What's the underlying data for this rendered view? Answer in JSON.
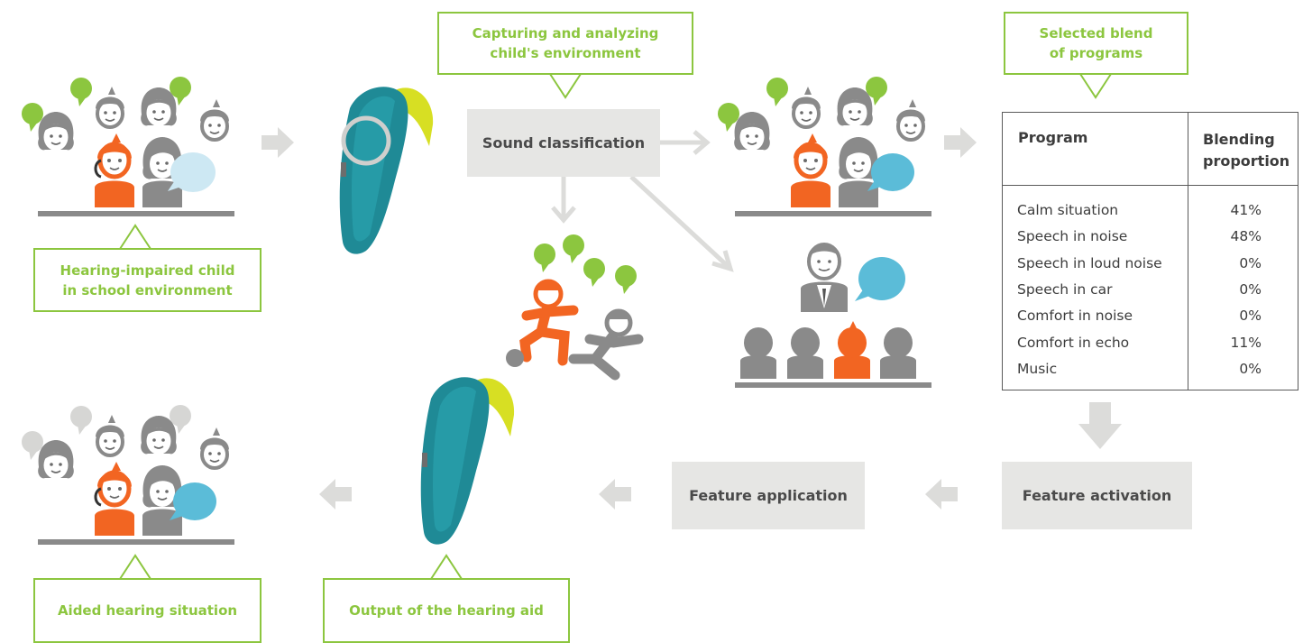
{
  "callouts": {
    "hearing_impaired": [
      "Hearing-impaired child",
      "in school environment"
    ],
    "capturing": [
      "Capturing and analyzing",
      "child's environment"
    ],
    "selected_blend": [
      "Selected blend",
      "of programs"
    ],
    "aided": [
      "Aided hearing situation"
    ],
    "output": [
      "Output of the hearing aid"
    ]
  },
  "boxes": {
    "sound_classification": "Sound classification",
    "feature_application": "Feature application",
    "feature_activation": "Feature activation"
  },
  "table": {
    "col1": "Program",
    "col2_line1": "Blending",
    "col2_line2": "proportion",
    "rows": [
      {
        "program": "Calm situation",
        "proportion": "41%"
      },
      {
        "program": "Speech in noise",
        "proportion": "48%"
      },
      {
        "program": "Speech in loud noise",
        "proportion": "0%"
      },
      {
        "program": "Speech in car",
        "proportion": "0%"
      },
      {
        "program": "Comfort in noise",
        "proportion": "0%"
      },
      {
        "program": "Comfort in echo",
        "proportion": "11%"
      },
      {
        "program": "Music",
        "proportion": "0%"
      }
    ]
  },
  "colors": {
    "green": "#8cc63f",
    "orange": "#f26522",
    "gray": "#8a8a8a",
    "light_gray": "#dcdcda",
    "blue": "#5bbcd8",
    "light_blue": "#cde8f3",
    "teal": "#1f8a96",
    "yellow": "#d7df23"
  }
}
